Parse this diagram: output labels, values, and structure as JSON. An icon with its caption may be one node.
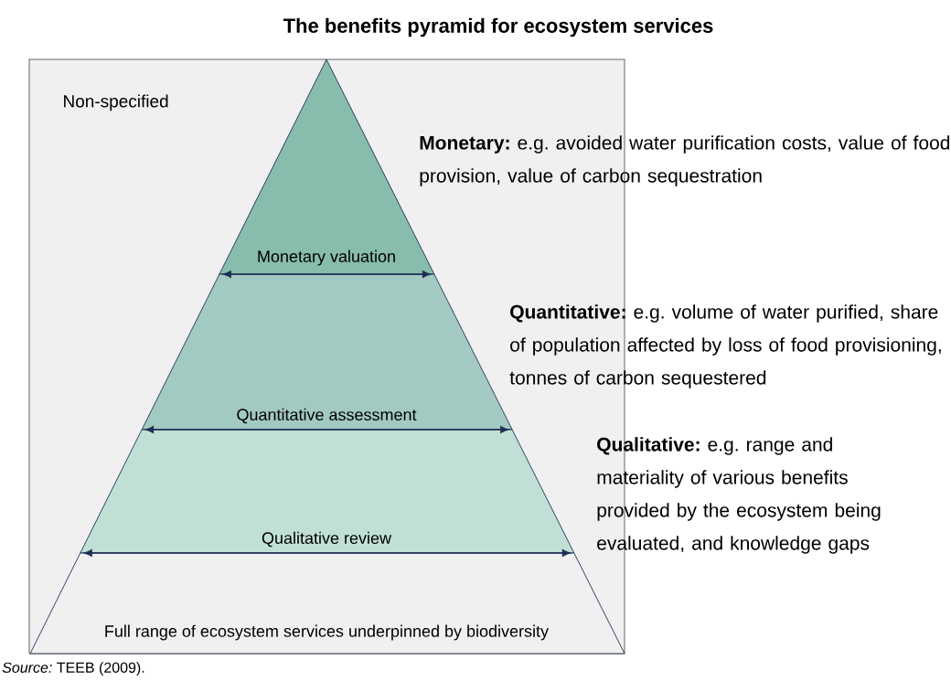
{
  "diagram": {
    "title": "The benefits pyramid for ecosystem services",
    "nodes": [
      {
        "text": [
          "Non-specified"
        ]
      },
      {
        "text": [
          "Monetary valuation"
        ],
        "in": 0
      },
      {
        "text": [
          "Quantitative assessment"
        ],
        "in": 0
      },
      {
        "text": [
          "Qualitative review"
        ],
        "in": 0
      },
      {
        "text": [
          "Full range of ecosystem services underpinned by biodiversity"
        ],
        "in": 0
      }
    ],
    "labels": [
      "**Monetary:** e.g. avoided water purification costs, value of food provision, value of carbon sequestration",
      "**Quantitative:** e.g. volume of water purified, share of population affected by loss of food provisioning, tonnes of carbon sequestered",
      "**Qualitative:** e.g. range and materiality of various benefits provided by the ecosystem being evaluated, and knowledge gaps",
      "*Source:* TEEB (2009)."
    ]
  }
}
